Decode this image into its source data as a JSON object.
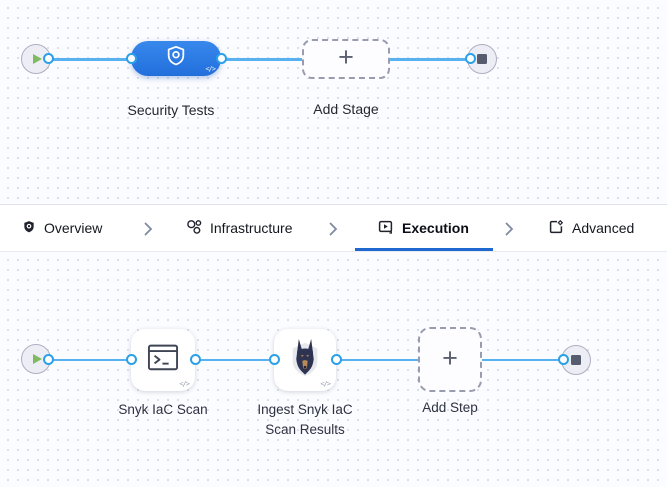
{
  "stage_pipeline": {
    "stage": {
      "label": "Security Tests",
      "icon": "security-shield-icon"
    },
    "add_stage": {
      "label": "Add Stage"
    }
  },
  "tab_bar": {
    "tabs": [
      {
        "label": "Overview",
        "icon": "shield-icon",
        "active": false
      },
      {
        "label": "Infrastructure",
        "icon": "infrastructure-icon",
        "active": false
      },
      {
        "label": "Execution",
        "icon": "execution-play-icon",
        "active": true
      },
      {
        "label": "Advanced",
        "icon": "advanced-settings-icon",
        "active": false
      }
    ]
  },
  "step_pipeline": {
    "steps": [
      {
        "label": "Snyk IaC Scan",
        "icon": "terminal-icon"
      },
      {
        "label": "Ingest Snyk IaC Scan Results",
        "icon": "snyk-doberman-icon"
      }
    ],
    "add_step": {
      "label": "Add Step"
    }
  },
  "glyphs": {
    "plus": "+",
    "code_badge": "</>"
  },
  "colors": {
    "edge_line": "#58b1f0",
    "connector_ring": "#2ba0e9",
    "stage_node_blue": "#2b7de2",
    "active_tab_underline": "#1f68cf",
    "start_play_green": "#7fba5e",
    "stop_square_gray": "#565b6d",
    "canvas_dot": "#d9dde8"
  }
}
